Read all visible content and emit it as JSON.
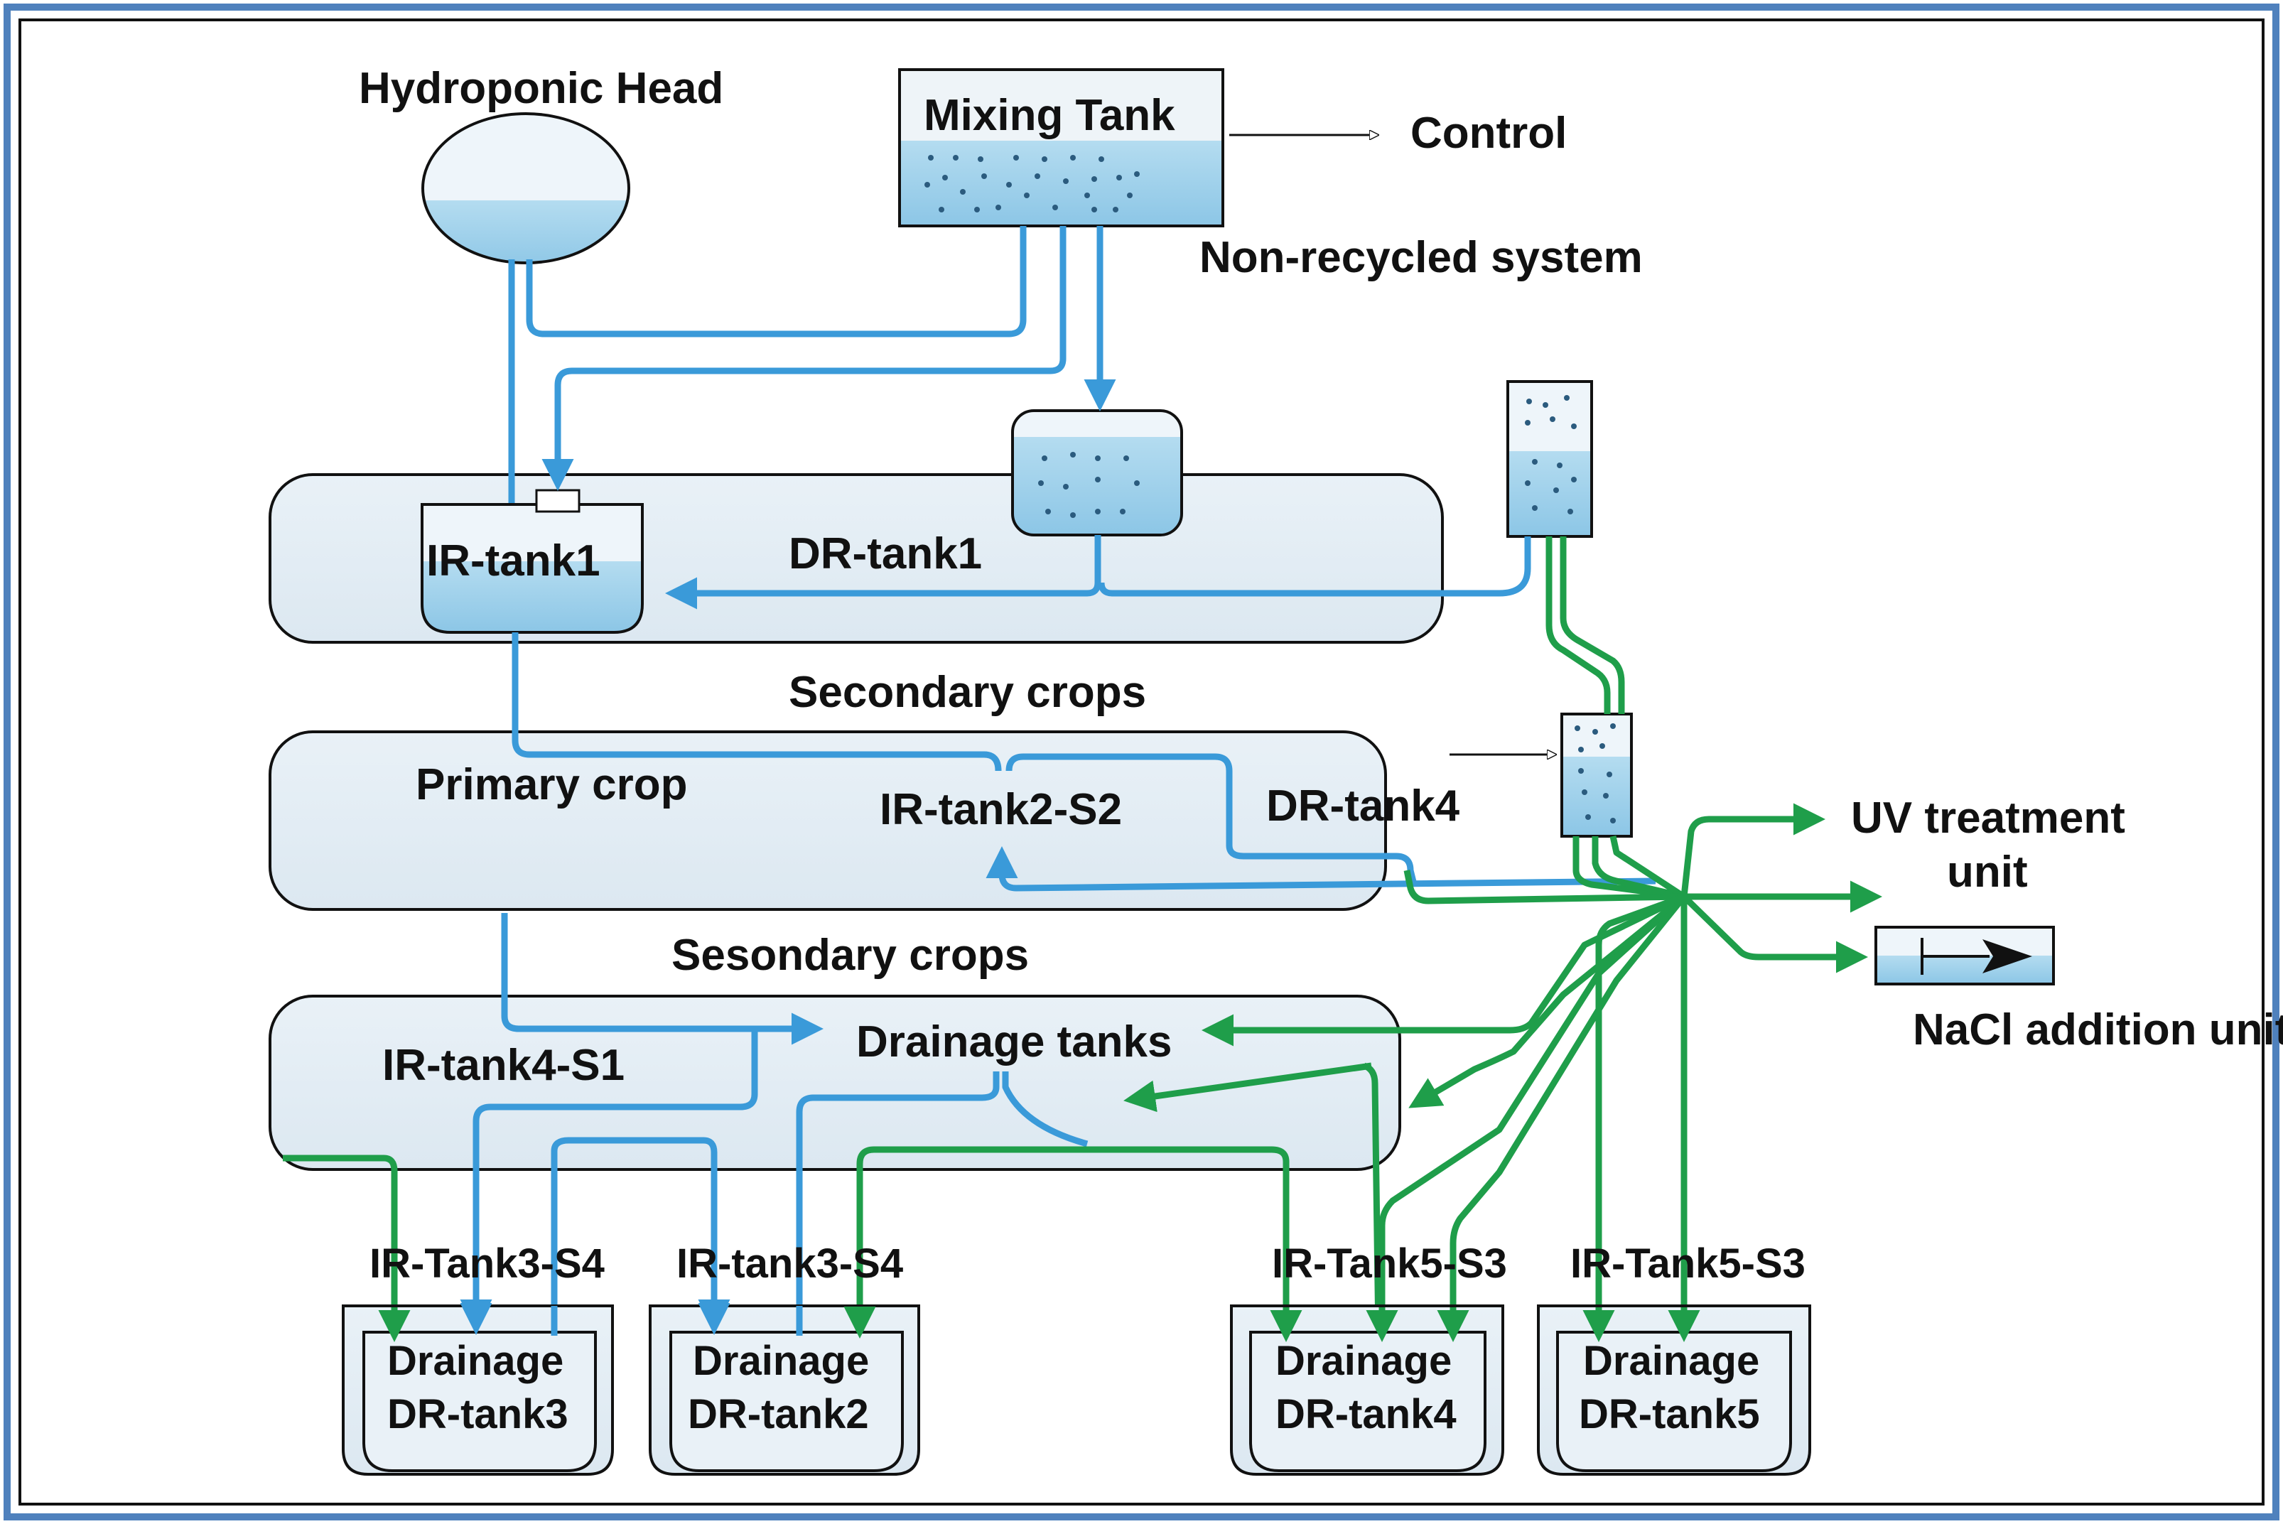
{
  "diagram": {
    "title": "Hydroponic recirculation system schematic",
    "colors": {
      "border": "#4f81bd",
      "supply_pipe": "#3a9ad9",
      "drain_pipe": "#1f9e4a",
      "tank_fill": "#a6d3ec",
      "container_fill": "#e6eff6",
      "outline": "#111111"
    },
    "nodes": {
      "hydroponic_head": "Hydroponic Head",
      "mixing_tank": "Mixing Tank",
      "control": "Control",
      "non_recycled": "Non-recycled system",
      "ir_tank1": "IR-tank1",
      "dr_tank1": "DR-tank1",
      "secondary_crops": "Secondary crops",
      "primary_crop": "Primary crop",
      "ir_tank2": "IR-tank2-S2",
      "dr_tank4_label": "DR-tank4",
      "uv_line1": "UV treatment",
      "uv_line2": "unit",
      "nacl": "NaCl addition unit",
      "sesondary_crops": "Sesondary crops",
      "ir_tank4": "IR-tank4-S1",
      "drainage_tanks": "Drainage tanks"
    },
    "bottom_tanks": [
      {
        "header": "IR-Tank3-S4",
        "line1": "Drainage",
        "line2": "DR-tank3"
      },
      {
        "header": "IR-tank3-S4",
        "line1": "Drainage",
        "line2": "DR-tank2"
      },
      {
        "header": "IR-Tank5-S3",
        "line1": "Drainage",
        "line2": "DR-tank4"
      },
      {
        "header": "IR-Tank5-S3",
        "line1": "Drainage",
        "line2": "DR-tank5"
      }
    ]
  }
}
